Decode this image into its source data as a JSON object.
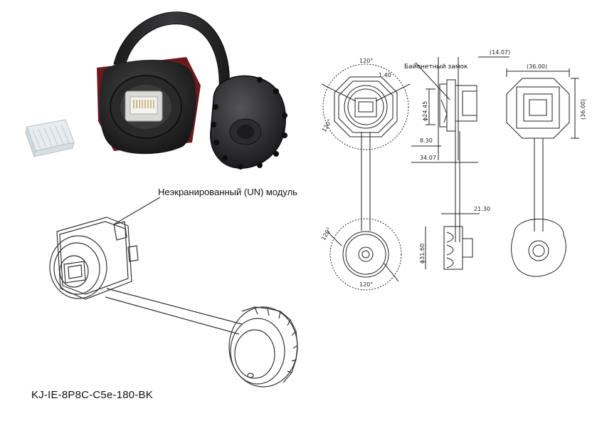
{
  "labels": {
    "unshielded_module": "Неэкранированный (UN) модуль",
    "bayonet_lock": "Байонетный замок",
    "model": "KJ-IE-8P8C-C5e-180-BK"
  },
  "dimensions": {
    "angle_top": "120°",
    "angle_left": "120°",
    "angle_cap_left": "120°",
    "angle_cap_bottom": "120°",
    "d_1_40": "1.40",
    "d_14_07": "(14.07)",
    "d_24_45": "ϕ24.45",
    "d_8_30": "8.30",
    "d_34_07": "34.07",
    "d_21_30": "21.30",
    "d_31_60": "ϕ31.60",
    "d_36_w": "(36.00)",
    "d_36_h": "(36.00)"
  }
}
